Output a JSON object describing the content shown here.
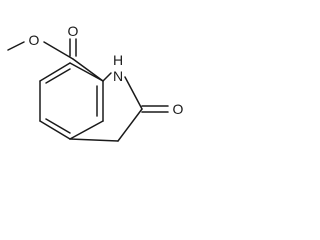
{
  "structure": {
    "atoms": {
      "ester_carbonyl_oxygen": "O",
      "ester_ether_oxygen": "O",
      "ring_nitrogen": "N",
      "ring_nitrogen_hydrogen": "H",
      "lactam_oxygen": "O"
    }
  },
  "colors": {
    "bond": "#1a1a1a",
    "label": "#1a1a1a",
    "background": "#ffffff"
  }
}
